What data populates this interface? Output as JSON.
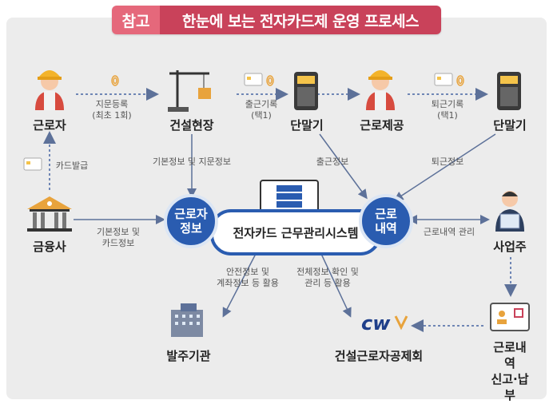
{
  "banner": {
    "tag": "참고",
    "title": "한눈에 보는 전자카드제 운영 프로세스"
  },
  "nodes": {
    "worker": "근로자",
    "site": "건설현장",
    "terminal": "단말기",
    "labor": "근로제공",
    "terminal2": "단말기",
    "bank": "금융사",
    "employer": "사업주",
    "agency": "발주기관",
    "cwma": "건설근로자공제회",
    "report": "근로내역\n신고·납부"
  },
  "system": {
    "info_circle": "근로자\n정보",
    "center": "전자카드 근무관리시스템",
    "history_circle": "근로\n내역"
  },
  "flows": {
    "fingerprint_reg": "지문등록\n(최초 1회)",
    "checkin": "출근기록\n(택1)",
    "checkout": "퇴근기록\n(택1)",
    "card_issue": "카드발급",
    "basic_fp": "기본정보 및 지문정보",
    "checkin_info": "출근정보",
    "checkout_info": "퇴근정보",
    "basic_card": "기본정보 및\n카드정보",
    "history_mgmt": "근로내역 관리",
    "safety": "안전정보 및\n계좌정보 등 활용",
    "full": "전체정보 확인 및\n관리 등 활용"
  },
  "logo_text": "cw",
  "colors": {
    "accent_blue": "#2a5cb0",
    "banner_red": "#c9425a",
    "banner_pink": "#e5687b",
    "arrow": "#6f86b5"
  }
}
